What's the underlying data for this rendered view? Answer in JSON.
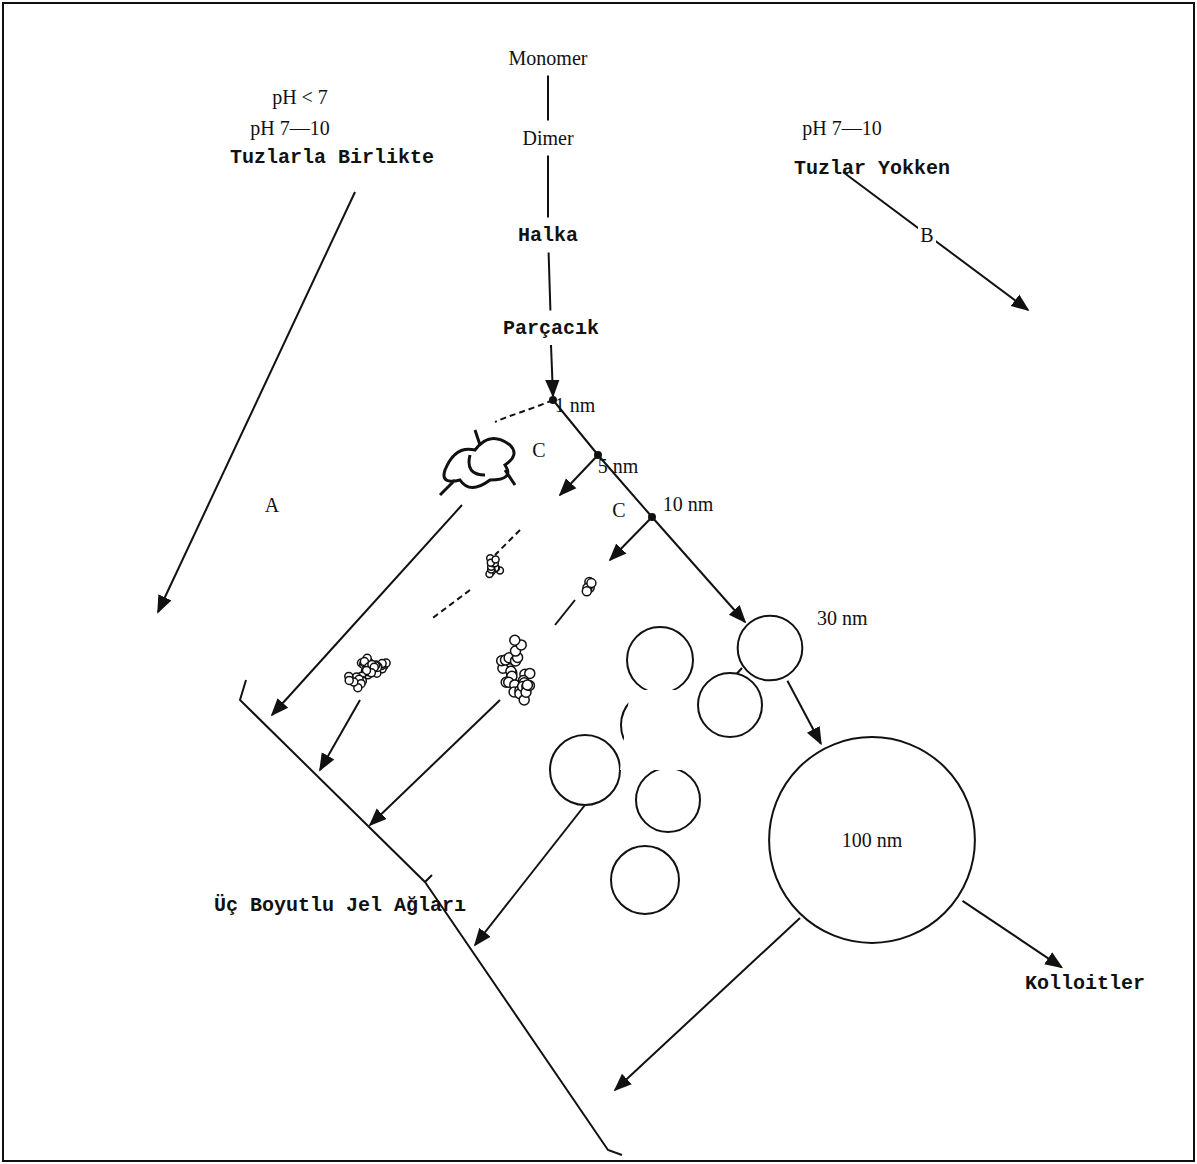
{
  "diagram": {
    "nodes": [
      {
        "text": [
          "Monomer"
        ]
      },
      {
        "text": [
          "Dimer"
        ]
      },
      {
        "text": [
          "Halka"
        ]
      },
      {
        "text": [
          "Parçacık"
        ]
      },
      {
        "text": [
          "30 nm"
        ]
      },
      {
        "text": [
          "100 nm"
        ]
      },
      {
        "text": [
          "Kolloitler"
        ]
      }
    ],
    "edges": [
      {
        "from": 0,
        "to": 1,
        "arrow": "none"
      },
      {
        "from": 1,
        "to": 2,
        "arrow": "none"
      },
      {
        "from": 2,
        "to": 3,
        "arrow": "none"
      },
      {
        "from": 4,
        "to": 5,
        "arrow": "to"
      },
      {
        "from": 5,
        "to": 6,
        "arrow": "to"
      }
    ],
    "labels": [
      "pH < 7",
      "pH 7—10",
      "Tuzlarla Birlikte",
      "A",
      "pH 7—10",
      "Tuzlar Yokken",
      "B",
      "1 nm",
      "5 nm",
      "10 nm",
      "C",
      "C",
      "Üç Boyutlu Jel Ağları"
    ]
  }
}
